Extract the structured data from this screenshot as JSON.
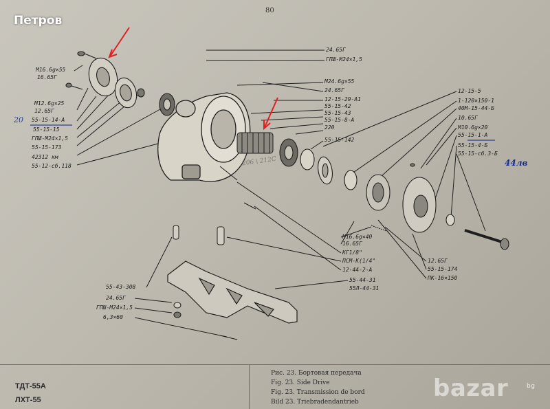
{
  "header": {
    "user_label": "Петров",
    "page_number": "80"
  },
  "labels": {
    "l1": "24.65Г",
    "l2": "ГПШ-М24×1,5",
    "l3": "М24.6g×55",
    "l4": "24.65Г",
    "l5": "12-15-29-А1",
    "l6": "55-15-42",
    "l7": "55-15-43",
    "l8": "55-15-8-А",
    "l9": "220",
    "l10": "55-15-142",
    "l11": "М16.6g×55",
    "l12": "16.65Г",
    "l13": "М12.6g×25",
    "l14": "12.65Г",
    "l15": "55-15-14-А",
    "l16": "55-15-15",
    "l17": "ГПШ-М24×1,5",
    "l18": "55-15-173",
    "l19": "42312 км",
    "l20": "55-12-сб.118",
    "r1": "12-15-5",
    "r2": "1-120×150-1",
    "r3": "40М-15-44-Б",
    "r4": "10.65Г",
    "r5": "М10.6g×20",
    "r6": "55-15-1-А",
    "r7": "55-15-4-Б",
    "r8": "55-15-сб.3-Б",
    "m1": "М16.6g×40",
    "m2": "16.65Г",
    "m3": "КГ1/8\"",
    "m4": "ПСМ-К(1/4\"",
    "m5": "12-44-2-А",
    "m6": "55-44-31",
    "m7": "55Л-44-31",
    "m8": "12.65Г",
    "m9": "55-15-174",
    "m10": "ПК-16×150",
    "b1": "55-43-308",
    "b2": "24.65Г",
    "b3": "ГПШ-М24×1,5",
    "b4": "6,3×60"
  },
  "handwriting": {
    "hw_left": "20",
    "hw_right": "44лв",
    "hw_pencil": "206 \\ 212С"
  },
  "footer": {
    "model1": "ТДТ-55А",
    "model2": "ЛХТ-55",
    "captions": [
      "Рис. 23. Бортовая передача",
      "Fig. 23. Side Drive",
      "Fig. 23. Transmission de bord",
      "Bild 23. Triebradendantrieb"
    ]
  },
  "watermark": {
    "brand": "bazar",
    "tld": "bg"
  },
  "colors": {
    "paper": "#c4c0b6",
    "ink": "#1b1b1b",
    "annotation_blue": "#2b3f95",
    "arrow_red": "#e02020"
  }
}
